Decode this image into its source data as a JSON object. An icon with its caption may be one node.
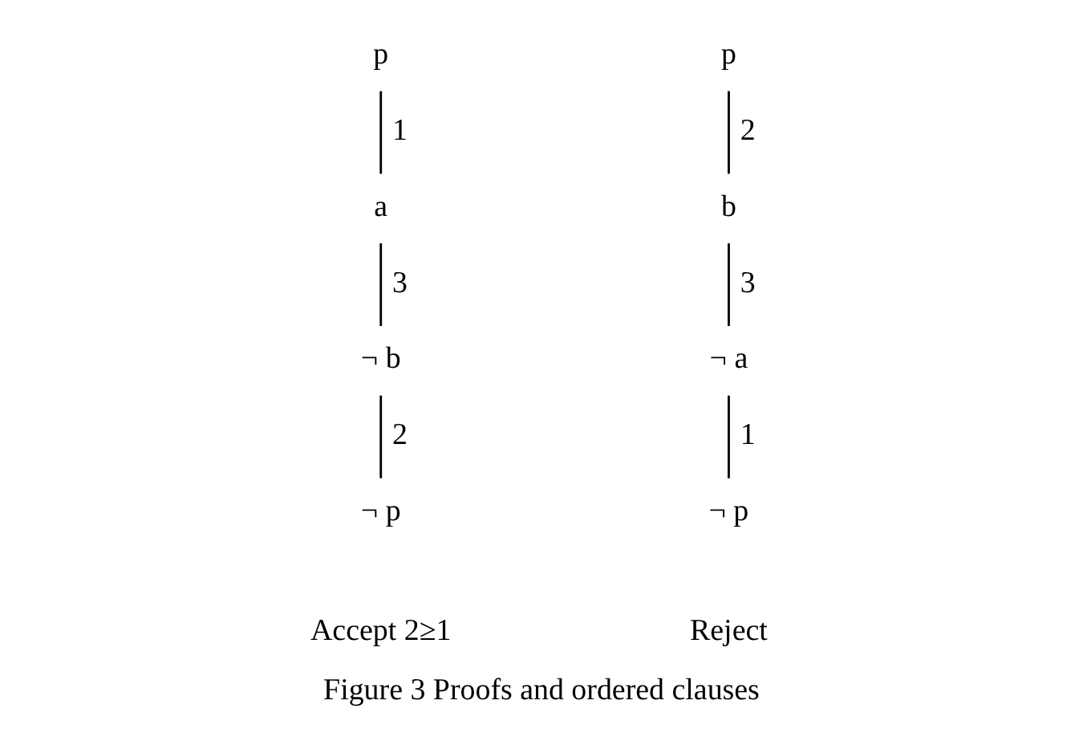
{
  "diagram": {
    "caption": "Figure 3 Proofs and ordered clauses",
    "nodes": [
      {
        "text": [
          "p"
        ]
      },
      {
        "text": [
          "a"
        ]
      },
      {
        "text": [
          "¬ b"
        ]
      },
      {
        "text": [
          "¬ p"
        ]
      },
      {
        "text": [
          "p"
        ]
      },
      {
        "text": [
          "b"
        ]
      },
      {
        "text": [
          "¬ a"
        ]
      },
      {
        "text": [
          "¬ p"
        ]
      }
    ],
    "edges": [
      {
        "from": 0,
        "to": 1,
        "arrow": "none",
        "label": "1"
      },
      {
        "from": 1,
        "to": 2,
        "arrow": "none",
        "label": "3"
      },
      {
        "from": 2,
        "to": 3,
        "arrow": "none",
        "label": "2"
      },
      {
        "from": 4,
        "to": 5,
        "arrow": "none",
        "label": "2"
      },
      {
        "from": 5,
        "to": 6,
        "arrow": "none",
        "label": "3"
      },
      {
        "from": 6,
        "to": 7,
        "arrow": "none",
        "label": "1"
      }
    ],
    "labels": [
      "Accept 2≥1",
      "Reject"
    ]
  }
}
